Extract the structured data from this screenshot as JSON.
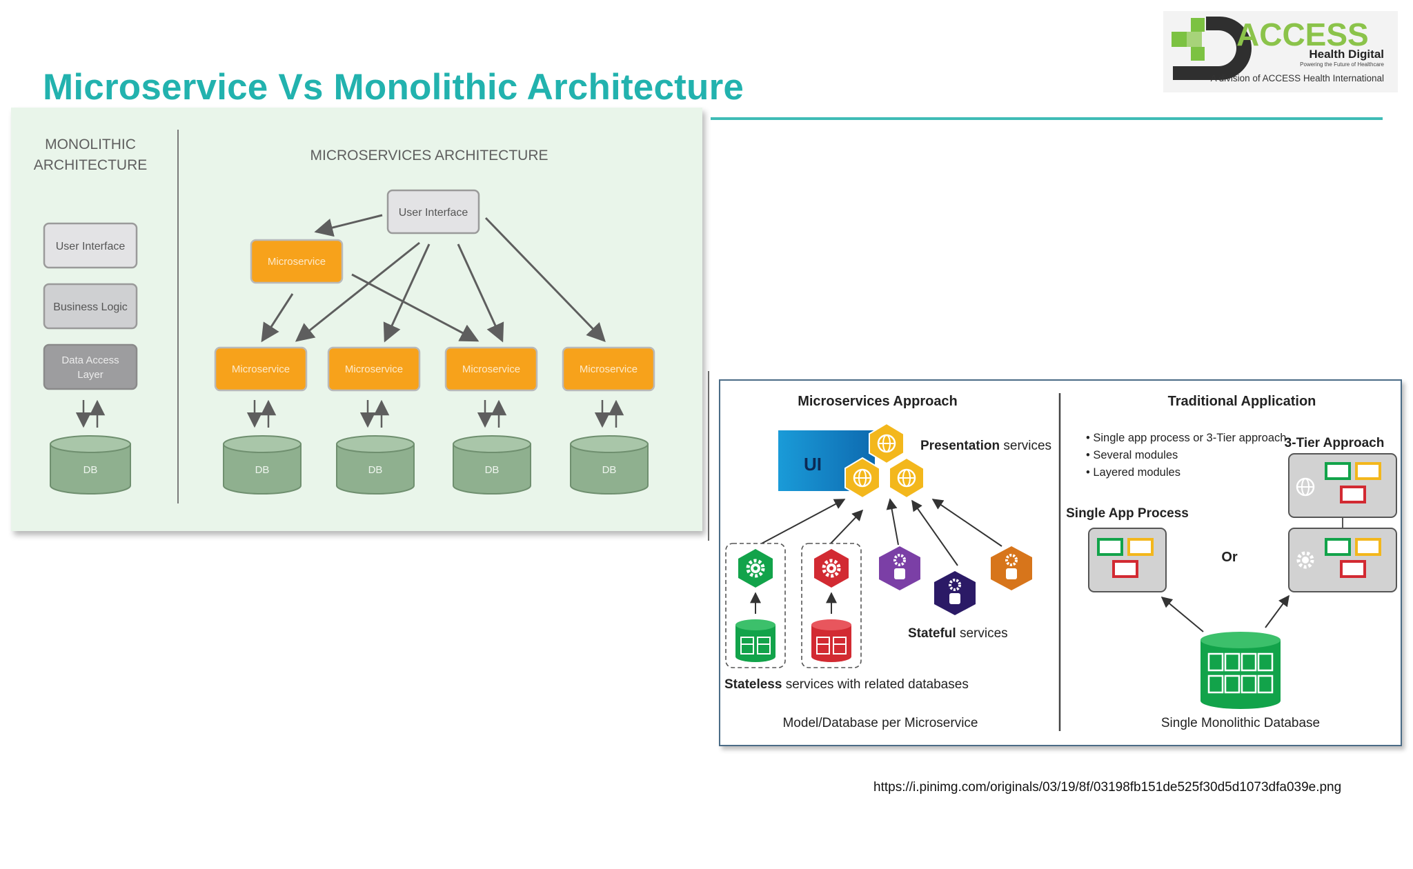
{
  "slide": {
    "title": "Microservice Vs Monolithic Architecture",
    "source_url": "https://i.pinimg.com/originals/03/19/8f/03198fb151de525f30d5d1073dfa039e.png"
  },
  "logo": {
    "brand": "ACCESS",
    "subbrand": "Health Digital",
    "tagline": "Powering the Future of Healthcare",
    "division": "A division of ACCESS Health International"
  },
  "left_diagram": {
    "monolithic_title_line1": "MONOLITHIC",
    "monolithic_title_line2": "ARCHITECTURE",
    "microservices_title": "MICROSERVICES ARCHITECTURE",
    "mono_layers": [
      "User Interface",
      "Business Logic"
    ],
    "mono_data_layer_line1": "Data Access",
    "mono_data_layer_line2": "Layer",
    "ui_label": "User Interface",
    "microservice_label": "Microservice",
    "db_label": "DB"
  },
  "right_diagram": {
    "micro_title": "Microservices Approach",
    "trad_title": "Traditional Application",
    "ui_label": "UI",
    "presentation_bold": "Presentation",
    "presentation_rest": " services",
    "stateful_bold": "Stateful",
    "stateful_rest": " services",
    "stateless_bold": "Stateless",
    "stateless_rest": " services with related databases",
    "micro_caption": "Model/Database per Microservice",
    "bullets": [
      "Single app process or 3-Tier approach",
      "Several modules",
      "Layered modules"
    ],
    "three_tier": "3-Tier Approach",
    "single_app": "Single App Process",
    "or_label": "Or",
    "db_caption": "Single Monolithic Database"
  },
  "colors": {
    "title_teal": "#22b2ae",
    "microservice_orange": "#f7a21b",
    "db_green": "#8fb08f",
    "hex_yellow": "#f3b71c",
    "green": "#12a34a",
    "red": "#d22a32",
    "purple": "#7b3fa6",
    "navy": "#2b1a66",
    "orange_brown": "#d7751b"
  }
}
